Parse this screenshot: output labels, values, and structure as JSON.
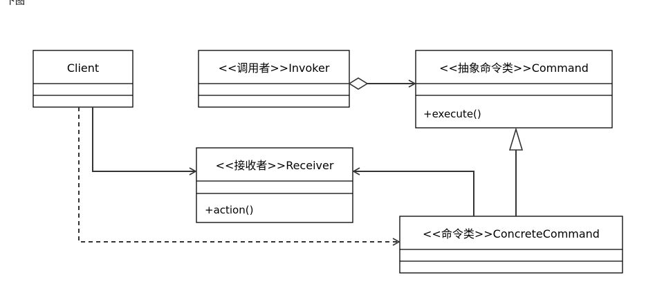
{
  "header_text": "下图",
  "classes": {
    "client": {
      "name": "Client",
      "methods": []
    },
    "invoker": {
      "name": "<<调用者>>Invoker",
      "methods": []
    },
    "command": {
      "name": "<<抽象命令类>>Command",
      "methods": [
        "+execute()"
      ]
    },
    "receiver": {
      "name": "<<接收者>>Receiver",
      "methods": [
        "+action()"
      ]
    },
    "concrete_command": {
      "name": "<<命令类>>ConcreteCommand",
      "methods": []
    }
  },
  "relationships": [
    {
      "type": "aggregation",
      "from": "Invoker",
      "to": "Command"
    },
    {
      "type": "association",
      "from": "Client",
      "to": "Receiver"
    },
    {
      "type": "association",
      "from": "ConcreteCommand",
      "to": "Receiver"
    },
    {
      "type": "dependency",
      "from": "Client",
      "to": "ConcreteCommand"
    },
    {
      "type": "generalization",
      "from": "ConcreteCommand",
      "to": "Command"
    }
  ]
}
